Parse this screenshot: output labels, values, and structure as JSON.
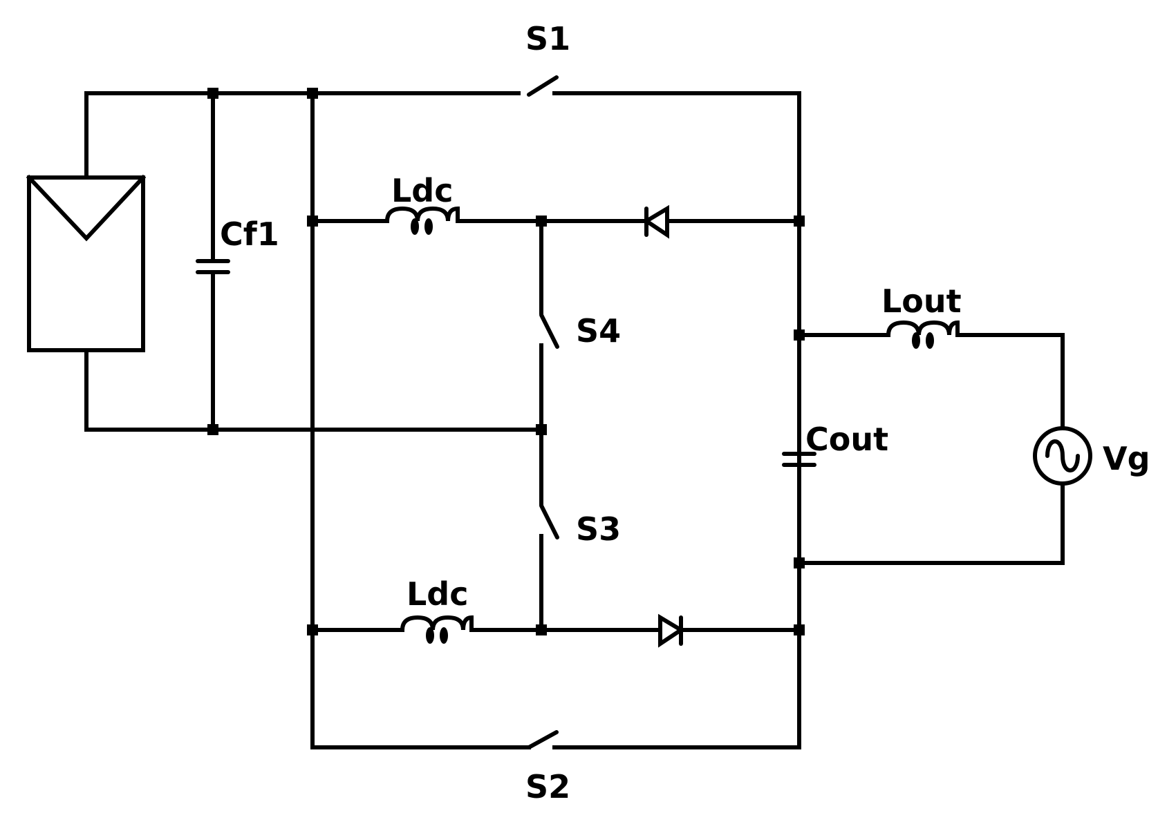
{
  "labels": {
    "s1": "S1",
    "s2": "S2",
    "s3": "S3",
    "s4": "S4",
    "ldc_top": "Ldc",
    "ldc_bottom": "Ldc",
    "cf1": "Cf1",
    "cout": "Cout",
    "lout": "Lout",
    "vg": "Vg"
  },
  "symbols": {
    "pv_panel": "solar-panel-icon",
    "source": "ac-source-icon",
    "diode": "diode-icon",
    "switch": "switch-icon",
    "inductor": "inductor-icon",
    "capacitor": "capacitor-icon"
  }
}
